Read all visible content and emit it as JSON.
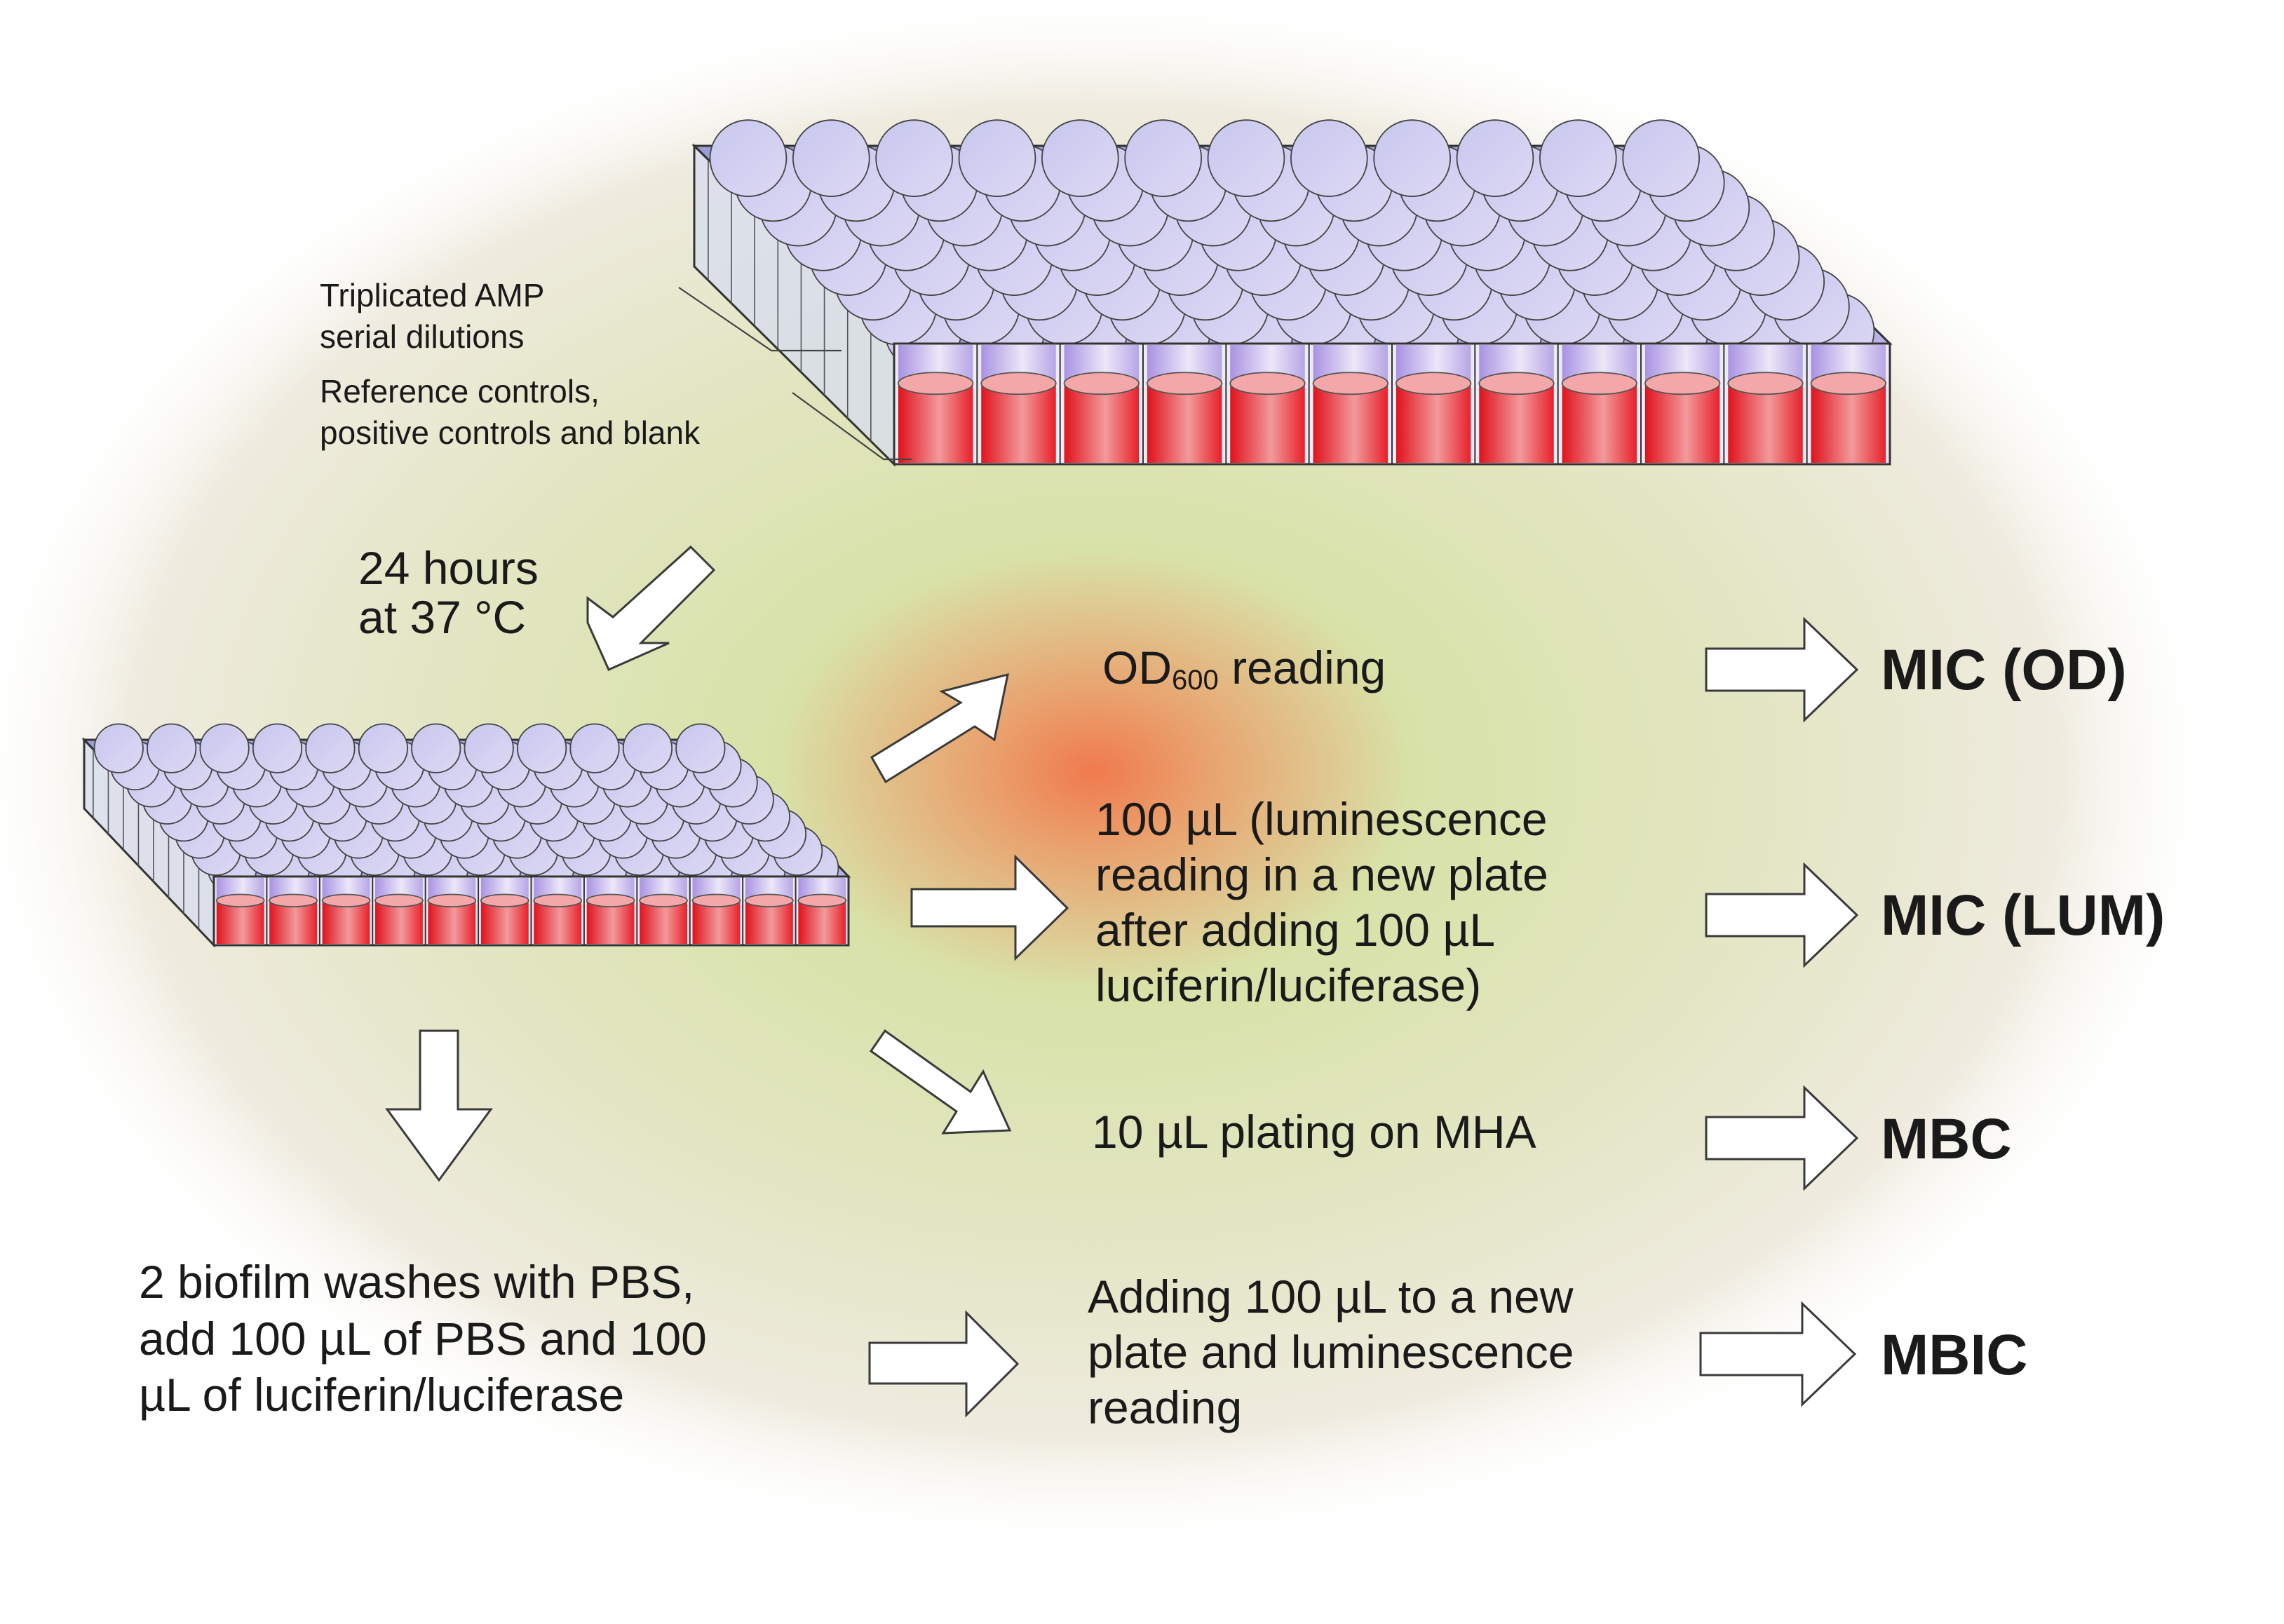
{
  "figure": {
    "plate_label_dilutions": [
      "Triplicated AMP",
      "serial dilutions"
    ],
    "plate_label_controls": [
      "Reference controls,",
      "positive controls and blank"
    ],
    "incubation": [
      "24 hours",
      "at 37 °C"
    ],
    "steps": {
      "od_main": "OD",
      "od_sub": "600",
      "od_rest": " reading",
      "luminescence": [
        "100 µL (luminescence",
        "reading in a new plate",
        "after adding 100 µL",
        "luciferin/luciferase)"
      ],
      "plating": "10 µL plating on MHA",
      "biofilm_wash": [
        "2 biofilm washes with PBS,",
        "add 100 µL  of PBS and 100",
        "µL of luciferin/luciferase"
      ],
      "biofilm_read": [
        "Adding 100 µL to a new",
        "plate and luminescence",
        "reading"
      ]
    },
    "outputs": {
      "mic_od": "MIC (OD)",
      "mic_lum": "MIC (LUM)",
      "mbc": "MBC",
      "mbic": "MBIC"
    },
    "colors": {
      "well_top": "#c9c8ec",
      "well_purple": "#b9a8e6",
      "well_red": "#e8202a",
      "glow_center": "#f07a4e",
      "glow_green": "#cfe0a6",
      "glow_outer": "#f1ede4"
    }
  }
}
